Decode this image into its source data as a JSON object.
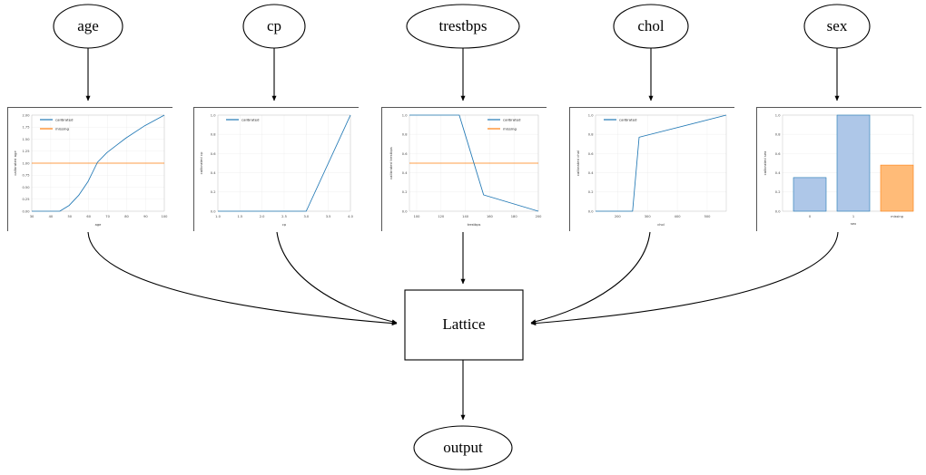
{
  "graph": {
    "input_nodes": [
      {
        "id": "age",
        "label": "age"
      },
      {
        "id": "cp",
        "label": "cp"
      },
      {
        "id": "trestbps",
        "label": "trestbps"
      },
      {
        "id": "chol",
        "label": "chol"
      },
      {
        "id": "sex",
        "label": "sex"
      }
    ],
    "lattice_node": {
      "label": "Lattice"
    },
    "output_node": {
      "label": "output"
    }
  },
  "colors": {
    "calibrated": "#1f77b4",
    "missing": "#ff7f0e",
    "bar_blue_fill": "#aec7e8",
    "bar_orange_fill": "#ffbb78"
  },
  "chart_data": [
    {
      "id": "age",
      "type": "line",
      "title": "",
      "xlabel": "age",
      "ylabel": "calibrated age",
      "xlim": [
        30,
        101
      ],
      "ylim": [
        0.0,
        2.05
      ],
      "grid": true,
      "legend_position": "upper left",
      "xticks": [
        "30",
        "40",
        "50",
        "60",
        "70",
        "80",
        "90",
        "100"
      ],
      "yticks": [
        "0.00",
        "0.25",
        "0.50",
        "0.75",
        "1.00",
        "1.25",
        "1.50",
        "1.75",
        "2.00"
      ],
      "legend": [
        "calibrated",
        "missing"
      ],
      "series": [
        {
          "name": "calibrated",
          "color": "#1f77b4",
          "x": [
            30,
            45,
            50,
            55,
            60,
            65,
            70,
            80,
            90,
            101
          ],
          "y": [
            0.0,
            0.0,
            0.12,
            0.33,
            0.62,
            1.02,
            1.22,
            1.52,
            1.78,
            2.0
          ]
        },
        {
          "name": "missing",
          "color": "#ff7f0e",
          "x": [
            30,
            101
          ],
          "y": [
            1.0,
            1.0
          ]
        }
      ]
    },
    {
      "id": "cp",
      "type": "line",
      "title": "",
      "xlabel": "cp",
      "ylabel": "calibrated cp",
      "xlim": [
        1.0,
        4.0
      ],
      "ylim": [
        0.0,
        1.05
      ],
      "grid": true,
      "legend_position": "upper left",
      "xticks": [
        "1.0",
        "1.5",
        "2.0",
        "2.5",
        "3.0",
        "3.5",
        "4.0"
      ],
      "yticks": [
        "0.0",
        "0.2",
        "0.4",
        "0.6",
        "0.8",
        "1.0"
      ],
      "legend": [
        "calibrated"
      ],
      "series": [
        {
          "name": "calibrated",
          "color": "#1f77b4",
          "x": [
            1.0,
            3.0,
            4.0
          ],
          "y": [
            0.0,
            0.0,
            1.0
          ]
        }
      ]
    },
    {
      "id": "trestbps",
      "type": "line",
      "title": "",
      "xlabel": "trestbps",
      "ylabel": "calibrated trestbps",
      "xlim": [
        94,
        200
      ],
      "ylim": [
        0.0,
        1.05
      ],
      "grid": true,
      "legend_position": "upper right",
      "xticks": [
        "100",
        "120",
        "140",
        "160",
        "180",
        "200"
      ],
      "yticks": [
        "0.0",
        "0.2",
        "0.4",
        "0.6",
        "0.8",
        "1.0"
      ],
      "legend": [
        "calibrated",
        "missing"
      ],
      "series": [
        {
          "name": "calibrated",
          "color": "#1f77b4",
          "x": [
            94,
            135,
            155,
            200
          ],
          "y": [
            1.0,
            1.0,
            0.17,
            0.0
          ]
        },
        {
          "name": "missing",
          "color": "#ff7f0e",
          "x": [
            94,
            200
          ],
          "y": [
            0.5,
            0.5
          ]
        }
      ]
    },
    {
      "id": "chol",
      "type": "line",
      "title": "",
      "xlabel": "chol",
      "ylabel": "calibrated chol",
      "xlim": [
        126,
        564
      ],
      "ylim": [
        0.0,
        1.05
      ],
      "grid": true,
      "legend_position": "upper left",
      "xticks": [
        "200",
        "300",
        "400",
        "500"
      ],
      "yticks": [
        "0.0",
        "0.2",
        "0.4",
        "0.6",
        "0.8",
        "1.0"
      ],
      "legend": [
        "calibrated"
      ],
      "series": [
        {
          "name": "calibrated",
          "color": "#1f77b4",
          "x": [
            126,
            250,
            272,
            564
          ],
          "y": [
            0.0,
            0.0,
            0.77,
            1.0
          ]
        }
      ]
    },
    {
      "id": "sex",
      "type": "bar",
      "title": "",
      "xlabel": "sex",
      "ylabel": "calibrated sex",
      "ylim": [
        0.0,
        1.05
      ],
      "grid": true,
      "categories": [
        "0",
        "1",
        "missing"
      ],
      "values": [
        0.35,
        1.0,
        0.48
      ],
      "bar_colors": [
        "#aec7e8",
        "#aec7e8",
        "#ffbb78"
      ],
      "yticks": [
        "0.0",
        "0.2",
        "0.4",
        "0.6",
        "0.8",
        "1.0"
      ]
    }
  ]
}
